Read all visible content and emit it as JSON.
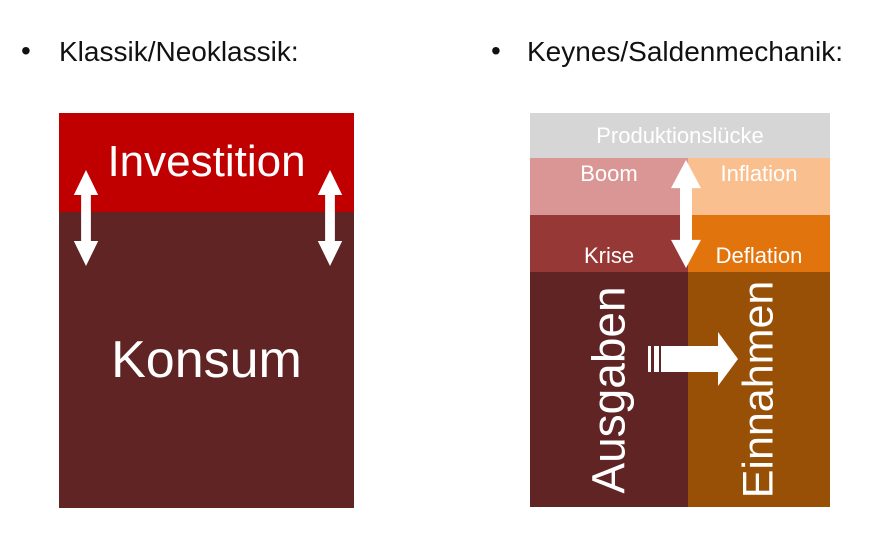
{
  "slide": {
    "background_color": "#FFFFFF",
    "text_color": "#111111",
    "bullet_marker": "•",
    "bullets": [
      {
        "label": "Klassik/Neoklassik:"
      },
      {
        "label": "Keynes/Saldenmechanik:"
      }
    ]
  },
  "klassik_diagram": {
    "investition": {
      "label": "Investition",
      "color": "#C00000"
    },
    "konsum": {
      "label": "Konsum",
      "color": "#5F2423"
    },
    "arrow": {
      "name": "double-vertical-arrow",
      "color": "#FFFFFF"
    }
  },
  "keynes_diagram": {
    "produktionsluecke": {
      "label": "Produktionslücke",
      "color": "#D6D6D6",
      "text_color": "#FFFFFF"
    },
    "boom": {
      "label": "Boom",
      "color": "#D99694"
    },
    "inflation": {
      "label": "Inflation",
      "color": "#FABF8F"
    },
    "krise": {
      "label": "Krise",
      "color": "#963836"
    },
    "deflation": {
      "label": "Deflation",
      "color": "#E2740D"
    },
    "ausgaben": {
      "label": "Ausgaben",
      "color": "#5F2423"
    },
    "einnahmen": {
      "label": "Einnahmen",
      "color": "#984F06"
    },
    "vertical_arrow": {
      "name": "double-vertical-arrow",
      "color": "#FFFFFF"
    },
    "flow_arrow": {
      "name": "striped-right-arrow",
      "color": "#FFFFFF"
    }
  }
}
